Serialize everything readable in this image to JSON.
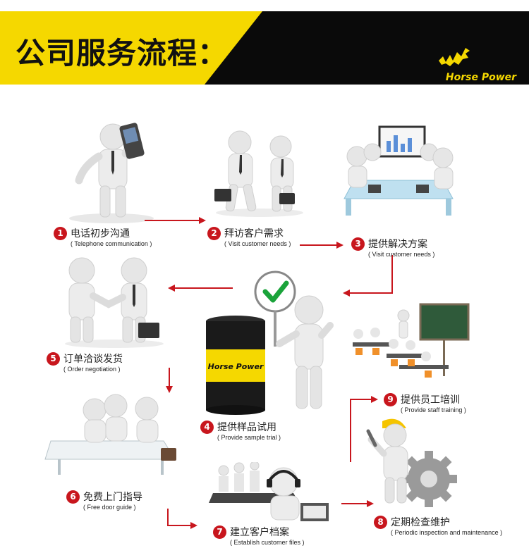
{
  "header": {
    "title": "公司服务流程：",
    "brand": "Horse Power",
    "colors": {
      "yellow": "#f5d800",
      "black": "#0a0a0a",
      "accent_red": "#c8161d"
    }
  },
  "barrel_label": "Horse Power",
  "steps": [
    {
      "num": "1",
      "cn": "电话初步沟通",
      "en": "( Telephone communication )"
    },
    {
      "num": "2",
      "cn": "拜访客户需求",
      "en": "( Visit customer needs )"
    },
    {
      "num": "3",
      "cn": "提供解决方案",
      "en": "( Visit customer needs )"
    },
    {
      "num": "4",
      "cn": "提供样品试用",
      "en": "( Provide sample trial )"
    },
    {
      "num": "5",
      "cn": "订单洽谈发货",
      "en": "( Order negotiation )"
    },
    {
      "num": "6",
      "cn": "免费上门指导",
      "en": "( Free door guide )"
    },
    {
      "num": "7",
      "cn": "建立客户档案",
      "en": "( Establish customer files )"
    },
    {
      "num": "8",
      "cn": "定期检查维护",
      "en": "( Periodic inspection and maintenance )"
    },
    {
      "num": "9",
      "cn": "提供员工培训",
      "en": "( Provide staff training )"
    }
  ]
}
